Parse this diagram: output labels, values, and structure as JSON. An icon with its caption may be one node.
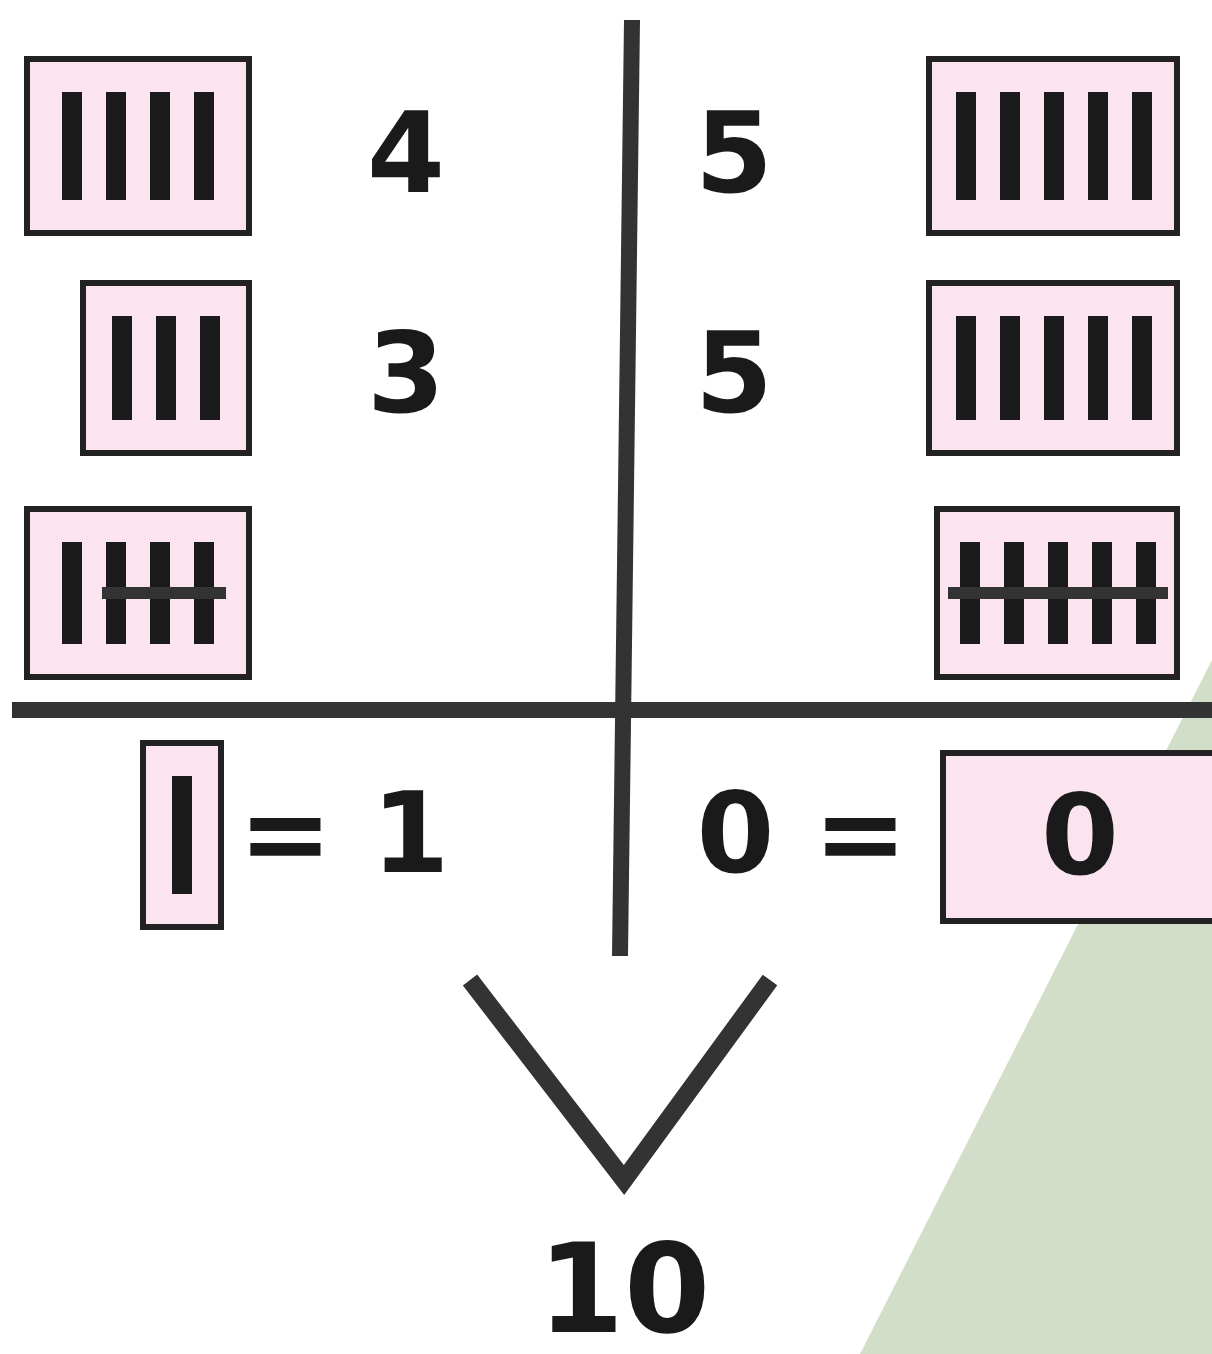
{
  "diagram": {
    "nodes": [
      {
        "text": [],
        "shape": "box"
      },
      {
        "text": [],
        "shape": "box"
      },
      {
        "text": [],
        "shape": "box"
      },
      {
        "text": [],
        "shape": "box"
      },
      {
        "text": [],
        "shape": "box"
      },
      {
        "text": [],
        "shape": "box"
      },
      {
        "text": [],
        "shape": "box"
      },
      {
        "text": [
          "0"
        ]
      }
    ],
    "labels": [
      "4",
      "5",
      "3",
      "5",
      "= 1",
      "0 =",
      "10"
    ]
  }
}
